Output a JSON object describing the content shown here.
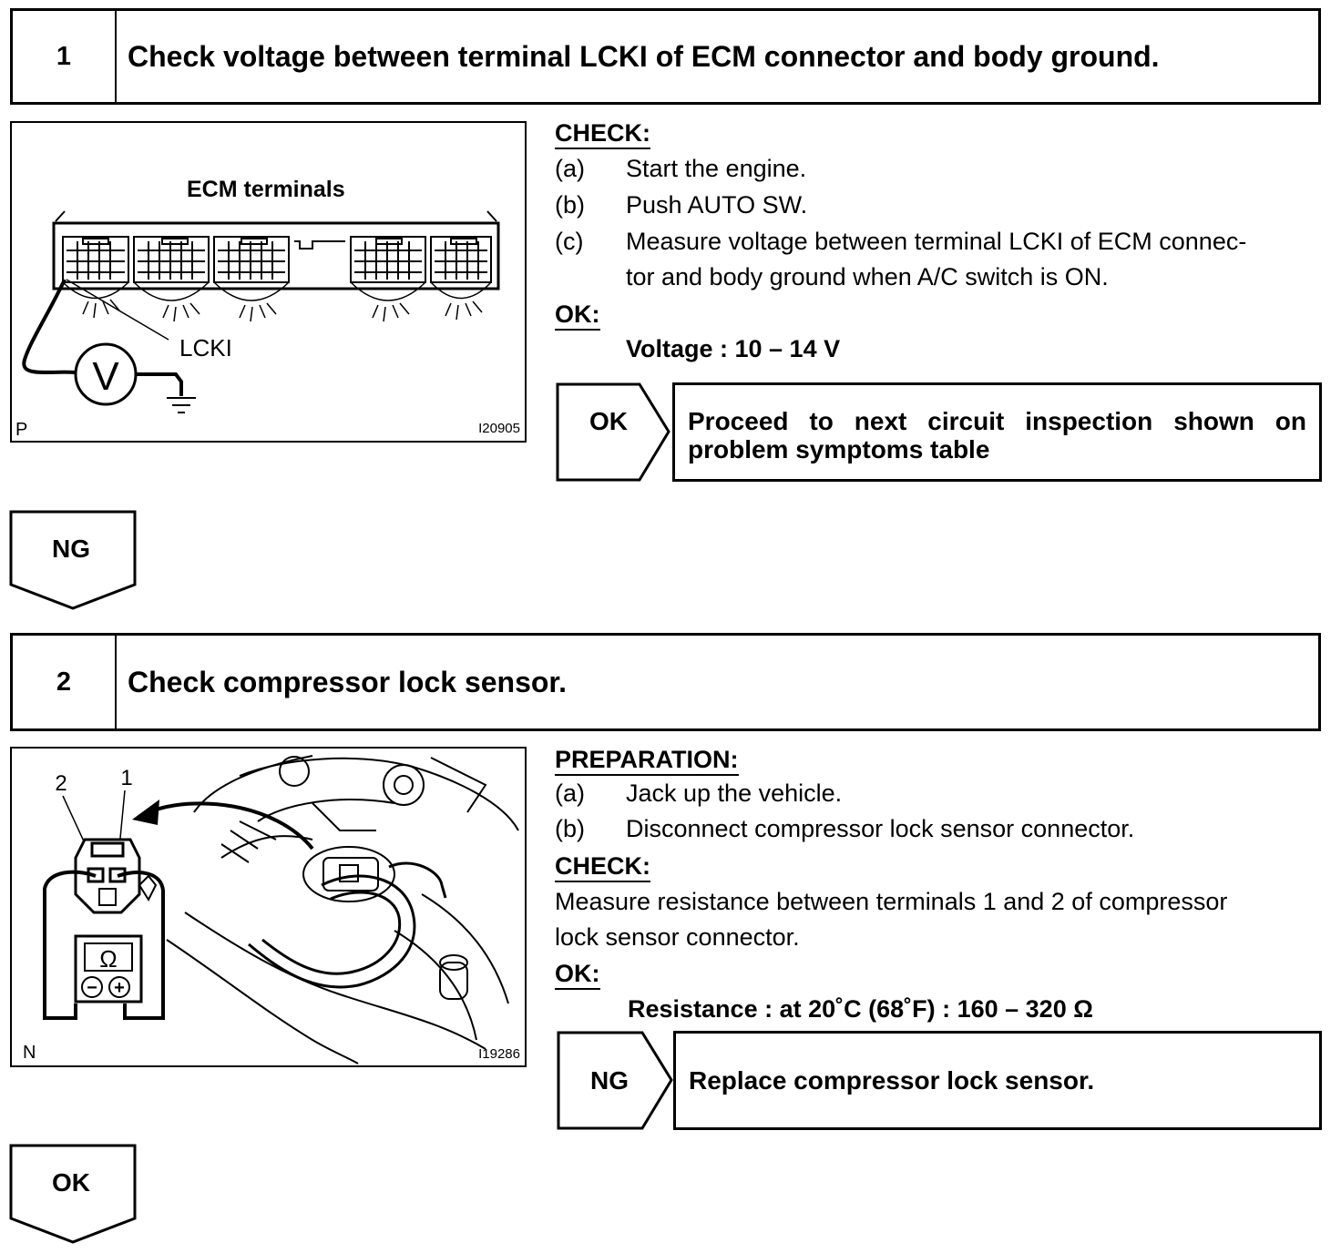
{
  "steps": [
    {
      "number": "1",
      "title": "Check voltage between terminal LCKI of ECM connector and body ground.",
      "figure": {
        "caption": "ECM terminals",
        "callout": "LCKI",
        "corner_left": "P",
        "code": "I20905",
        "meter_symbol": "V"
      },
      "check_heading": "CHECK:",
      "check_items": [
        {
          "label": "(a)",
          "text": "Start the engine."
        },
        {
          "label": "(b)",
          "text": "Push AUTO SW."
        },
        {
          "label": "(c)",
          "text": "Measure voltage between terminal LCKI of ECM connec-",
          "text2": "tor and body ground when A/C switch is ON."
        }
      ],
      "ok_heading": "OK:",
      "ok_spec": "Voltage : 10 – 14 V",
      "branch_label": "OK",
      "branch_text": "Proceed to next circuit inspection shown on problem symptoms table",
      "next_label": "NG"
    },
    {
      "number": "2",
      "title": "Check compressor lock sensor.",
      "figure": {
        "terminal_left": "2",
        "terminal_right": "1",
        "corner_left": "N",
        "code": "I19286",
        "meter_symbol": "Ω",
        "minus_symbol": "−",
        "plus_symbol": "+"
      },
      "prep_heading": "PREPARATION:",
      "prep_items": [
        {
          "label": "(a)",
          "text": "Jack up the vehicle."
        },
        {
          "label": "(b)",
          "text": "Disconnect compressor lock sensor connector."
        }
      ],
      "check_heading": "CHECK:",
      "check_text_1": "Measure resistance between terminals 1 and 2 of compressor",
      "check_text_2": "lock sensor connector.",
      "ok_heading": "OK:",
      "ok_spec": "Resistance : at 20˚C (68˚F) : 160 – 320 Ω",
      "branch_label": "NG",
      "branch_text": "Replace compressor lock sensor.",
      "next_label": "OK"
    }
  ]
}
